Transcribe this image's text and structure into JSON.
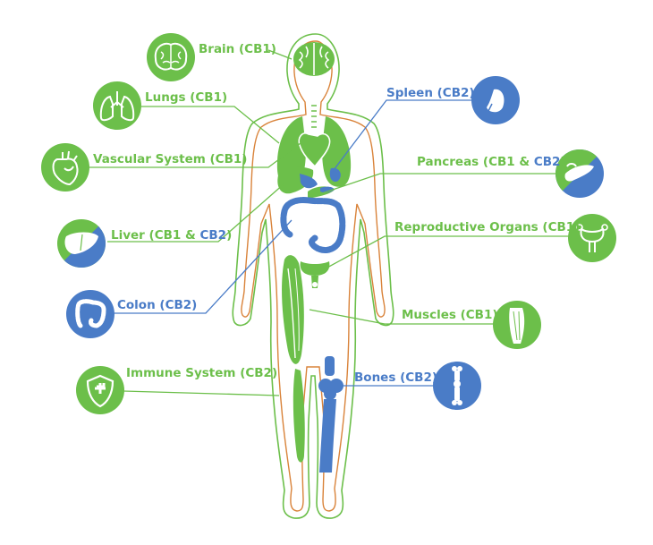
{
  "colors": {
    "cb1": "#6cbf4a",
    "cb2": "#4a7cc7",
    "outline": "#d9833a",
    "white": "#ffffff"
  },
  "labels": {
    "brain": {
      "name": "Brain",
      "tag": "(CB1)"
    },
    "lungs": {
      "name": "Lungs",
      "tag": "(CB1)"
    },
    "vascular": {
      "name": "Vascular System",
      "tag": "(CB1)"
    },
    "liver": {
      "name": "Liver",
      "tag_open": "(CB1 & ",
      "tag_blue": "CB2",
      "tag_close": ")"
    },
    "colon": {
      "name": "Colon",
      "tag": "(CB2)"
    },
    "immune": {
      "name": "Immune System",
      "tag": "(CB2)"
    },
    "spleen": {
      "name": "Spleen",
      "tag": "(CB2)"
    },
    "pancreas": {
      "name": "Pancreas",
      "tag_open": "(CB1 & ",
      "tag_blue": "CB2",
      "tag_close": ")"
    },
    "reproductive": {
      "name": "Reproductive Organs",
      "tag": "(CB1)"
    },
    "muscles": {
      "name": "Muscles",
      "tag": "(CB1)"
    },
    "bones": {
      "name": "Bones",
      "tag": "(CB2)"
    }
  },
  "icons": [
    "brain-icon",
    "lungs-icon",
    "heart-icon",
    "liver-icon",
    "colon-icon",
    "shield-icon",
    "spleen-icon",
    "pancreas-icon",
    "reproductive-icon",
    "muscle-icon",
    "bone-icon"
  ]
}
